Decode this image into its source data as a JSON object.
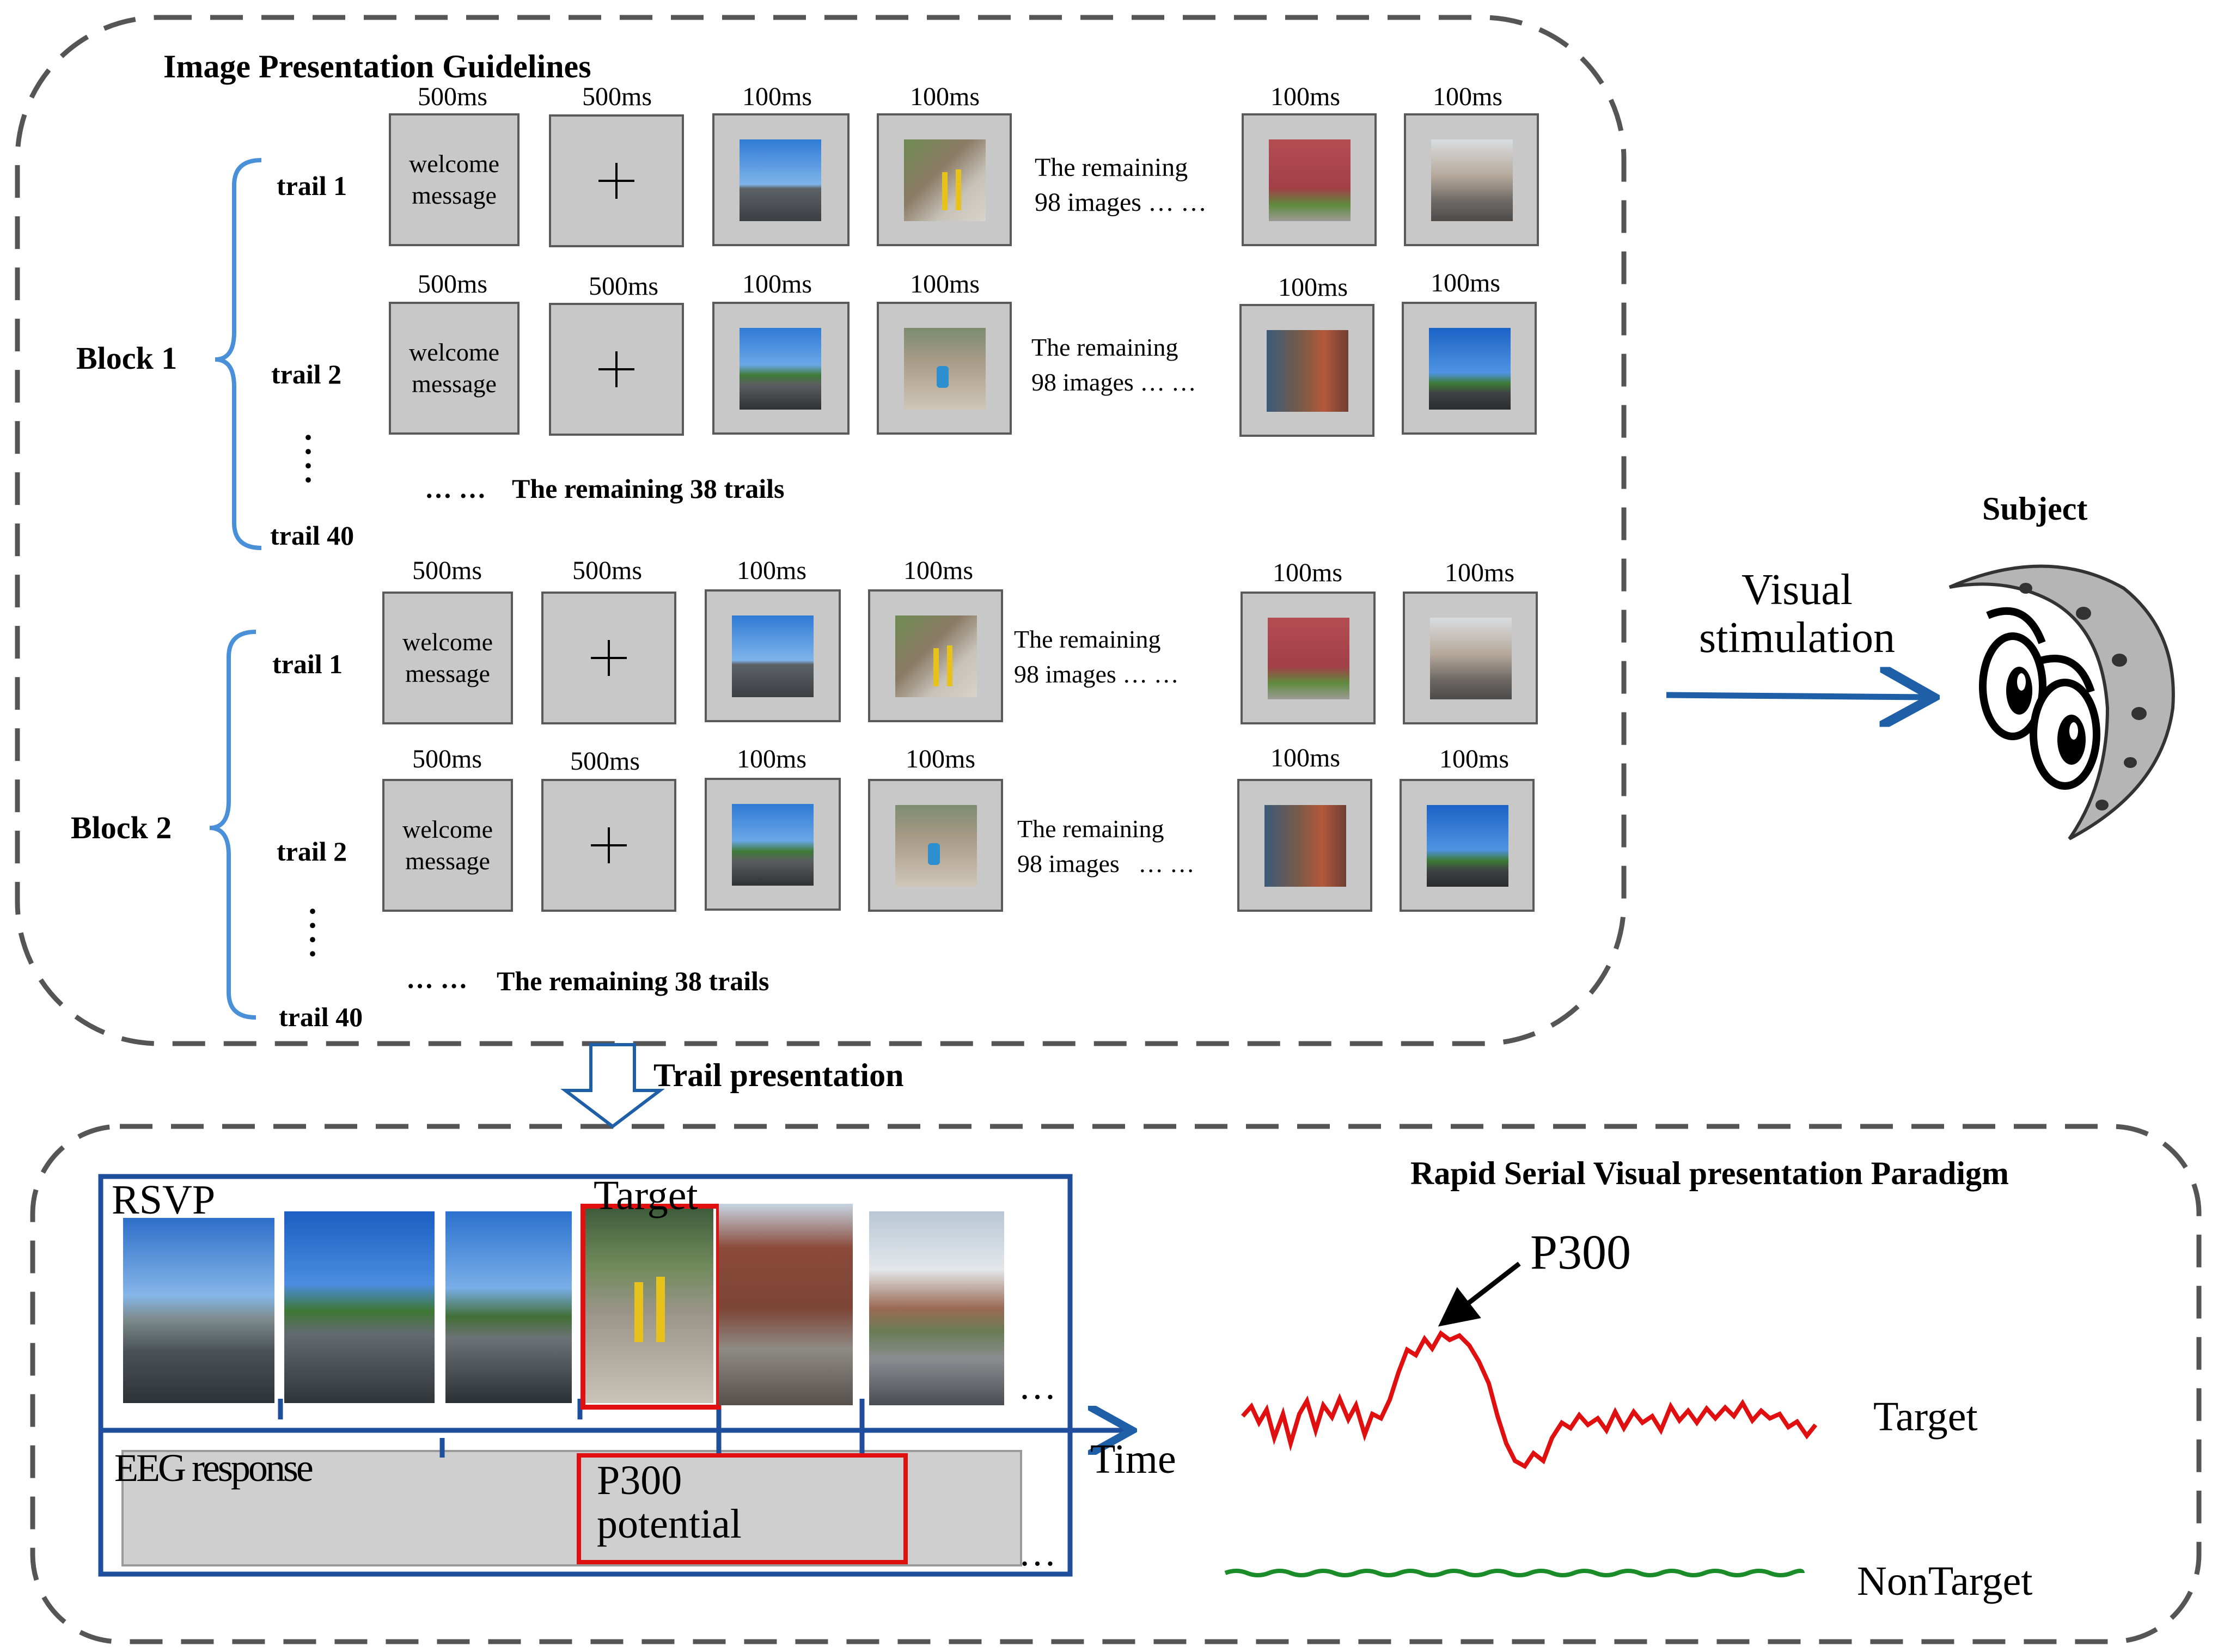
{
  "guidelines": {
    "title": "Image Presentation Guidelines",
    "blocks": [
      {
        "label": "Block 1",
        "trials": [
          {
            "label": "trail 1",
            "durations": [
              "500ms",
              "500ms",
              "100ms",
              "100ms",
              "100ms",
              "100ms"
            ],
            "welcome": [
              "welcome",
              "message"
            ],
            "remaining": [
              "The remaining",
              "98 images … …"
            ]
          },
          {
            "label": "trail 2",
            "durations": [
              "500ms",
              "500ms",
              "100ms",
              "100ms",
              "100ms",
              "100ms"
            ],
            "welcome": [
              "welcome",
              "message"
            ],
            "remaining": [
              "The remaining",
              "98 images … …"
            ]
          }
        ],
        "vdots": "⋮",
        "last_trial": "trail 40",
        "remaining_trails": "The remaining 38 trails",
        "ellipsis": "… …"
      },
      {
        "label": "Block 2",
        "trials": [
          {
            "label": "trail 1",
            "durations": [
              "500ms",
              "500ms",
              "100ms",
              "100ms",
              "100ms",
              "100ms"
            ],
            "welcome": [
              "welcome",
              "message"
            ],
            "remaining": [
              "The remaining",
              "98 images … …"
            ]
          },
          {
            "label": "trail 2",
            "durations": [
              "500ms",
              "500ms",
              "100ms",
              "100ms",
              "100ms",
              "100ms"
            ],
            "welcome": [
              "welcome",
              "message"
            ],
            "remaining": [
              "The remaining",
              "98 images",
              "… …"
            ]
          }
        ],
        "vdots": "⋮",
        "last_trial": "trail 40",
        "remaining_trails": "The remaining 38 trails",
        "ellipsis": "… …"
      }
    ]
  },
  "subject": {
    "title": "Subject",
    "arrow_label": [
      "Visual",
      "stimulation"
    ],
    "icon": "eyes-moon-face-icon"
  },
  "trail_presentation": "Trail presentation",
  "paradigm": {
    "title": "Rapid Serial Visual presentation Paradigm",
    "rsvp_label": "RSVP",
    "target_label": "Target",
    "eeg_label": "EEG response",
    "p300_box": [
      "P300",
      "potential"
    ],
    "time_label": "Time",
    "ellipsis": "…",
    "p300_peak": "P300",
    "target_trace": "Target",
    "nontarget_trace": "NonTarget"
  },
  "colors": {
    "brace_blue": "#4a90d9",
    "arrow_blue": "#1f5fa8",
    "rsvp_border": "#1f4e9c",
    "target_red": "#e01010",
    "nontarget_green": "#1a8c2a",
    "frame_gray": "#c8c8c8",
    "dash_gray": "#555555"
  }
}
